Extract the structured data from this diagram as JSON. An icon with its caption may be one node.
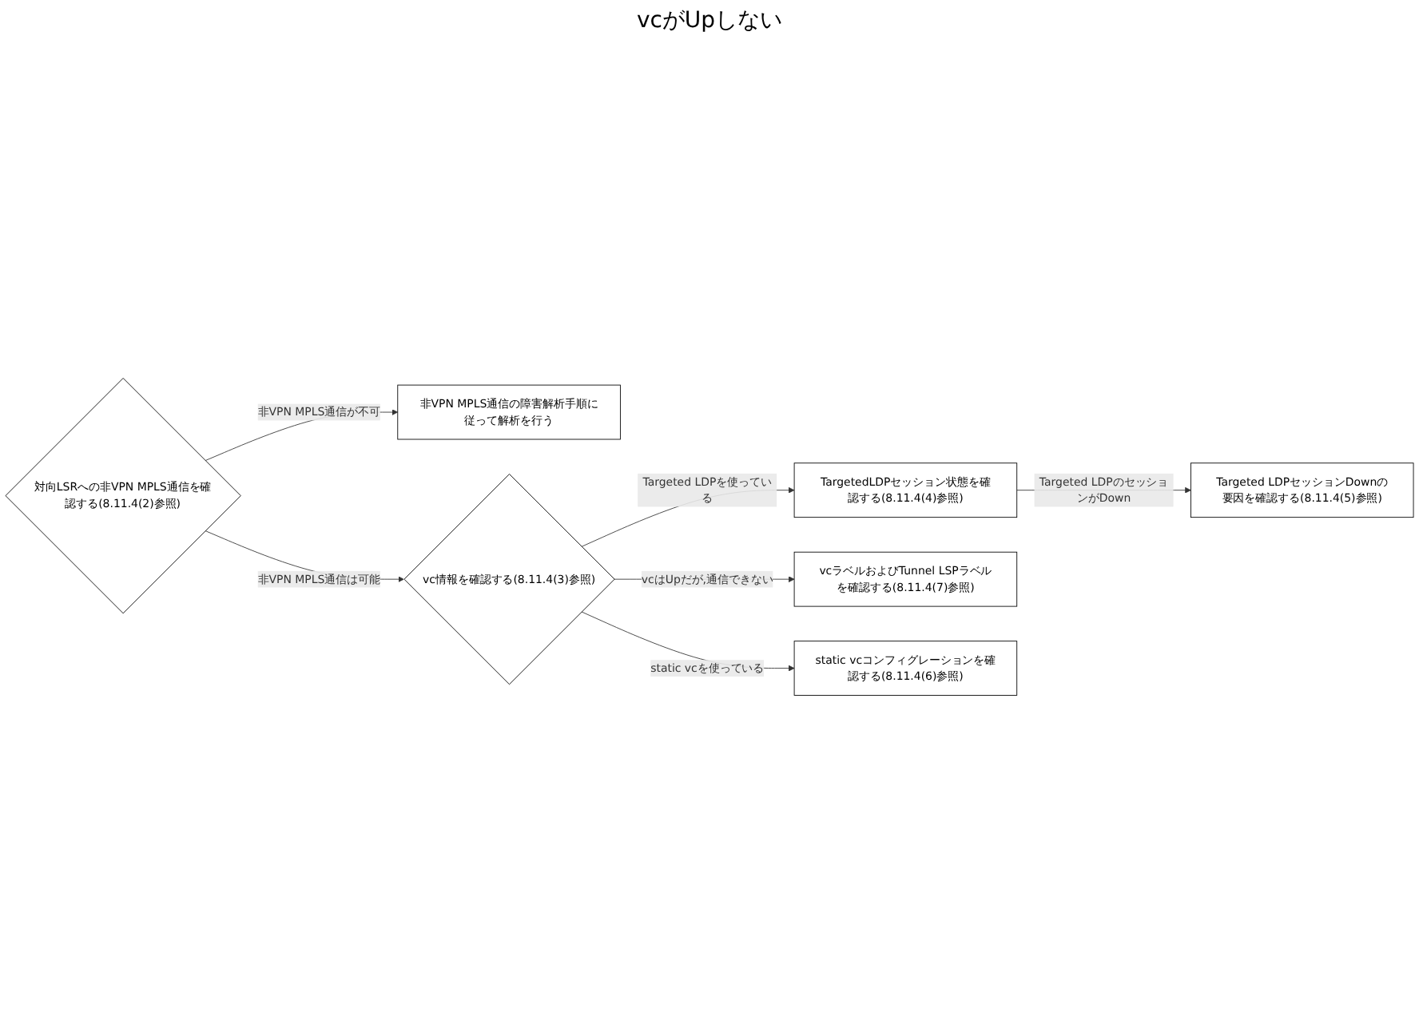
{
  "diagram": {
    "nodes": [
      {
        "text": [
          "対向LSRへの非VPN MPLS通信を確認する(8.11.4(2)参照)"
        ]
      },
      {
        "text": [
          "非VPN MPLS通信の障害解析手順に従って解析を行う"
        ]
      },
      {
        "text": [
          "vc情報を確認する(8.11.4(3)参照)"
        ]
      },
      {
        "text": [
          "TargetedLDPセッション状態を確認する(8.11.4(4)参照)"
        ]
      },
      {
        "text": [
          "Targeted LDPセッションDownの要因を確認する(8.11.4(5)参照)"
        ]
      },
      {
        "text": [
          "vcラベルおよびTunnel LSPラベルを確認する(8.11.4(7)参照)"
        ]
      },
      {
        "text": [
          "static vcコンフィグレーションを確認する(8.11.4(6)参照)"
        ]
      }
    ],
    "edges": [
      {
        "from": 0,
        "to": 1,
        "arrow": "to",
        "label": "非VPN MPLS通信が不可"
      },
      {
        "from": 0,
        "to": 2,
        "arrow": "to",
        "label": "非VPN MPLS通信は可能"
      },
      {
        "from": 2,
        "to": 3,
        "arrow": "to",
        "label": "Targeted LDPを使っている"
      },
      {
        "from": 3,
        "to": 4,
        "arrow": "to",
        "label": "Targeted LDPのセッションがDown"
      },
      {
        "from": 2,
        "to": 5,
        "arrow": "to",
        "label": "vcはUpだが,通信できない"
      },
      {
        "from": 2,
        "to": 6,
        "arrow": "to",
        "label": "static vcを使っている"
      }
    ],
    "labels": [
      "vcがUpしない"
    ]
  }
}
